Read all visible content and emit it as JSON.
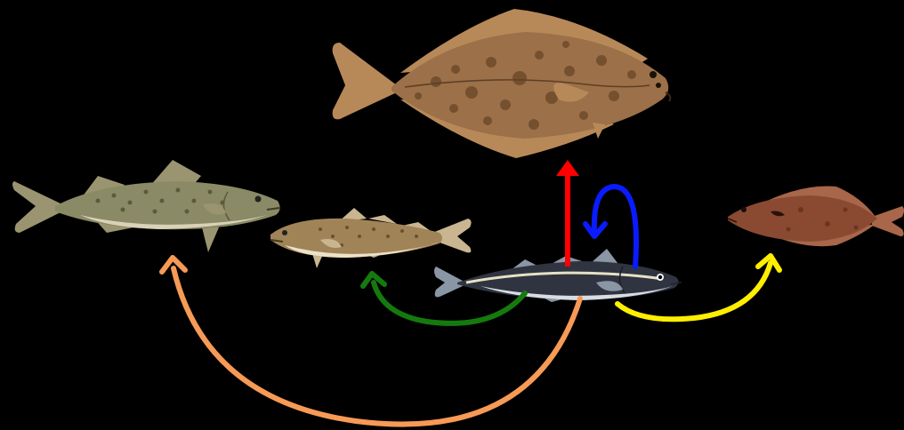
{
  "background": "#000000",
  "fish": [
    {
      "id": "halibut",
      "kind": "flatfish",
      "body": "#9c7048",
      "fin": "#b88958",
      "spots": "#6e4a2c",
      "icon": "halibut-illustration"
    },
    {
      "id": "large-cod",
      "kind": "roundfish",
      "body": "#8a8a66",
      "belly": "#d9d2b8",
      "fin": "#9a9470",
      "icon": "cod-illustration"
    },
    {
      "id": "small-cod",
      "kind": "roundfish",
      "body": "#a08458",
      "belly": "#ece2c8",
      "fin": "#c9b590",
      "icon": "cod-illustration"
    },
    {
      "id": "pollock",
      "kind": "roundfish",
      "body": "#2f3440",
      "belly": "#d8dde4",
      "fin": "#8a96a4",
      "stripe": "#e6e0c6",
      "icon": "pollock-illustration"
    },
    {
      "id": "flatfish-right",
      "kind": "flatfish",
      "body": "#8a4a32",
      "fin": "#a8664a",
      "spots": "#6a3422",
      "icon": "flounder-illustration"
    }
  ],
  "arrows": [
    {
      "id": "red",
      "from": "pollock",
      "to": "halibut",
      "color": "#ff0000"
    },
    {
      "id": "blue",
      "from": "pollock",
      "to": "pollock",
      "color": "#0a1cff"
    },
    {
      "id": "green",
      "from": "pollock",
      "to": "small-cod",
      "color": "#157a0e"
    },
    {
      "id": "yellow",
      "from": "pollock",
      "to": "flatfish-right",
      "color": "#ffee00"
    },
    {
      "id": "orange",
      "from": "pollock",
      "to": "large-cod",
      "color": "#f79a56"
    }
  ]
}
